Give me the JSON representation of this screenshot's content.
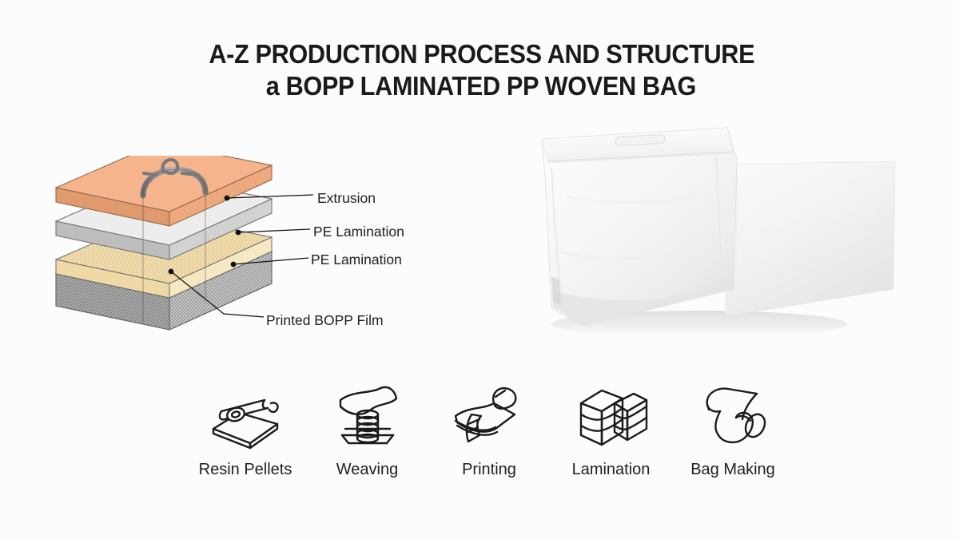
{
  "background_color": "#fcfcfc",
  "title": {
    "line1": "A-Z PRODUCTION PROCESS AND STRUCTURE",
    "line2": "a BOPP LAMINATED PP WOVEN BAG",
    "color": "#1a1a1a"
  },
  "layer_diagram": {
    "caption_color": "#1f1f1f",
    "layers": [
      {
        "id": "extrusion",
        "label": "Extrusion",
        "top_color": "#f6b48c",
        "side_color": "#dd9166",
        "front_color": "#e8a277",
        "texture": "none"
      },
      {
        "id": "pe-lamination-upper",
        "label": "PE Lamination",
        "top_color": "#ececec",
        "side_color": "#b3b3b3",
        "front_color": "#c9c9c9",
        "texture": "none"
      },
      {
        "id": "pe-lamination-lower",
        "label": "PE Lamination",
        "top_color": "#f2deb0",
        "side_color": "#e0cb97",
        "front_color": "#f6e7c0",
        "texture": "dotted"
      },
      {
        "id": "printed-bopp-film",
        "label": "Printed BOPP Film",
        "top_color": "#9e9e9e",
        "side_color": "#7e7e7e",
        "front_color": "#8d8d8d",
        "texture": "woven-dots"
      }
    ],
    "handle": {
      "name": "stitched-loop-handle",
      "color": "#8a8a8a",
      "outline_color": "#4b4b4b"
    }
  },
  "bag_photo": {
    "name": "bopp-laminated-pp-woven-bag-photo",
    "front_bag": {
      "body_color": "#f7f7f7",
      "shade_color": "#e2e2e2",
      "handle_slot": "die-cut-handle-slot"
    },
    "back_bag": {
      "body_color": "#f2f2f2",
      "shade_color": "#e6e6e6"
    }
  },
  "process_steps": [
    {
      "id": "resin-pellets",
      "label": "Resin Pellets",
      "icon": "extruder-roller-sheet-icon"
    },
    {
      "id": "weaving",
      "label": "Weaving",
      "icon": "loom-spool-fabric-icon"
    },
    {
      "id": "printing",
      "label": "Printing",
      "icon": "printing-film-sheets-icon"
    },
    {
      "id": "lamination",
      "label": "Lamination",
      "icon": "stacked-laminate-blocks-icon"
    },
    {
      "id": "bag-making",
      "label": "Bag Making",
      "icon": "roll-of-film-icon"
    }
  ],
  "icon_stroke_color": "#1a1a1a"
}
